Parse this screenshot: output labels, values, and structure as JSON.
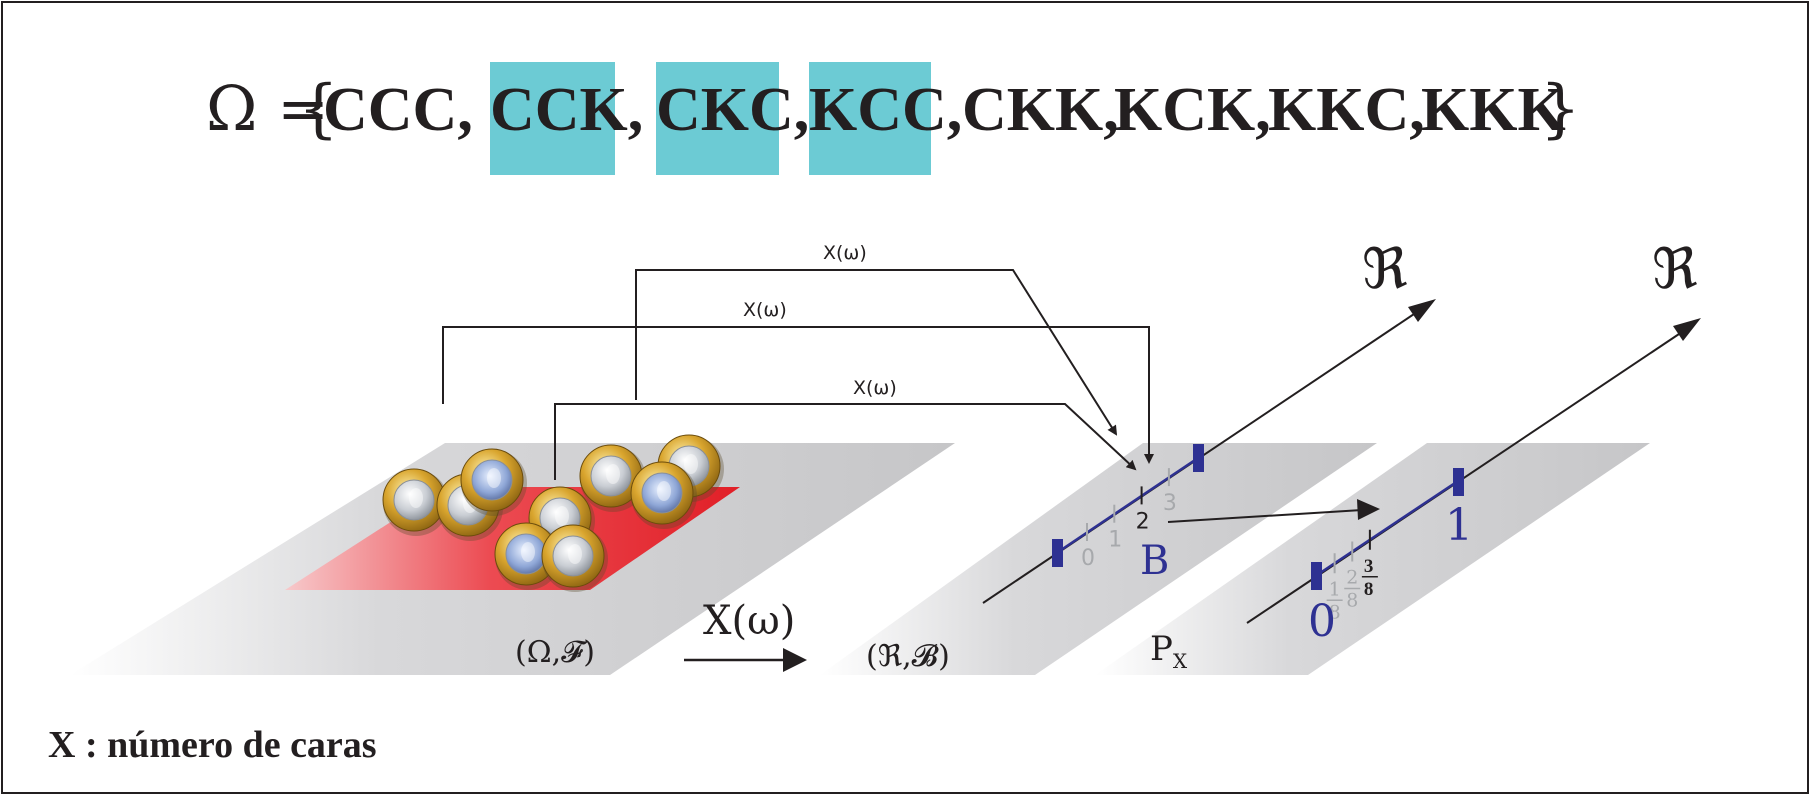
{
  "sample_space": {
    "lhs": "Ω =",
    "open_brace": "{",
    "close_brace": "}",
    "outcomes": [
      {
        "label": "CCC",
        "sep": ",",
        "highlighted": false
      },
      {
        "label": "CCK",
        "sep": ",",
        "highlighted": true
      },
      {
        "label": "CKC",
        "sep": ",",
        "highlighted": true
      },
      {
        "label": "KCC",
        "sep": ",",
        "highlighted": true
      },
      {
        "label": "CKK",
        "sep": ",",
        "highlighted": false
      },
      {
        "label": "KCK",
        "sep": ",",
        "highlighted": false
      },
      {
        "label": "KKC",
        "sep": ",",
        "highlighted": false
      },
      {
        "label": "KKK",
        "sep": "",
        "highlighted": false
      }
    ],
    "highlight_color": "#6ccbd4"
  },
  "mapping_labels": [
    "X(ω)",
    "X(ω)",
    "X(ω)"
  ],
  "main_arrow_label": "X(ω)",
  "planes": {
    "sample": "(Ω,𝓕)",
    "real": "(ℜ,𝓑)",
    "prob_main": "P",
    "prob_sub": "X"
  },
  "real_axis_symbol": "ℜ",
  "real_line": {
    "ticks": [
      "0",
      "1",
      "2",
      "3"
    ],
    "highlight_tick": "2",
    "set_label": "B"
  },
  "prob_line": {
    "start_label": "0",
    "end_label": "1",
    "fractions": [
      {
        "num": "1",
        "den": "8",
        "highlighted": false
      },
      {
        "num": "2",
        "den": "8",
        "highlighted": false
      },
      {
        "num": "3",
        "den": "8",
        "highlighted": true
      }
    ]
  },
  "footer": "X : número de caras",
  "colors": {
    "plane": "#c9c9cb",
    "red_region": "#e8242c",
    "axis_blue": "#2e3192",
    "ink": "#231f20",
    "faded": "#a7a9ac"
  }
}
